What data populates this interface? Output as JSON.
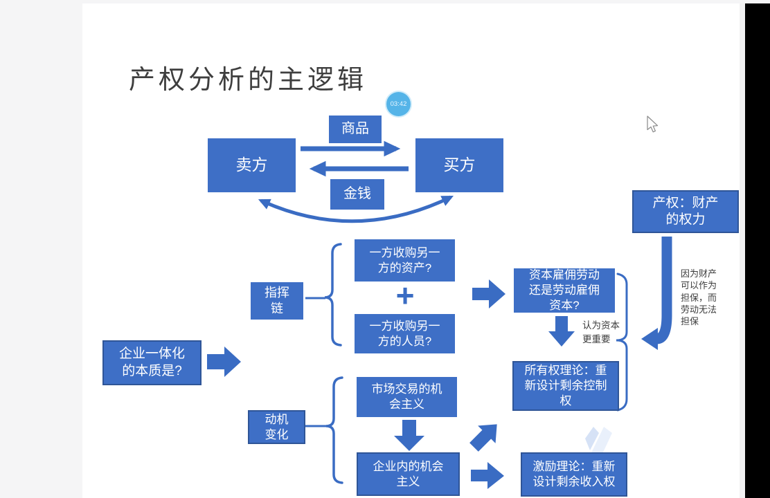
{
  "title": "产权分析的主逻辑",
  "overlay": {
    "timer": "03:42"
  },
  "exchange": {
    "seller": "卖方",
    "buyer": "买方",
    "goods": "商品",
    "money": "金钱"
  },
  "integration": {
    "question": "企业一体化\n的本质是?"
  },
  "command_chain": {
    "label": "指挥\n链",
    "acquire_assets": "一方收购另一\n方的资产?",
    "plus": "+",
    "acquire_personnel": "一方收购另一\n方的人员?",
    "capital_vs_labor": "资本雇佣劳动\n还是劳动雇佣\n资本?",
    "capital_note": "认为资本\n更重要",
    "ownership_theory": "所有权理论：重\n新设计剩余控制\n权"
  },
  "motivation": {
    "label": "动机\n变化",
    "market_opportunism": "市场交易的机\n会主义",
    "firm_opportunism": "企业内的机会\n主义",
    "incentive_theory": "激励理论：重新\n设计剩余收入权"
  },
  "property_rights": {
    "definition": "产权：财产\n的权力",
    "collateral_note": "因为财产\n可以作为\n担保，而\n劳动无法\n担保"
  },
  "colors": {
    "box_fill": "#3e6fc6",
    "box_border": "#2f5597",
    "arrow": "#3a6cc3",
    "badge": "#55b4e8"
  }
}
